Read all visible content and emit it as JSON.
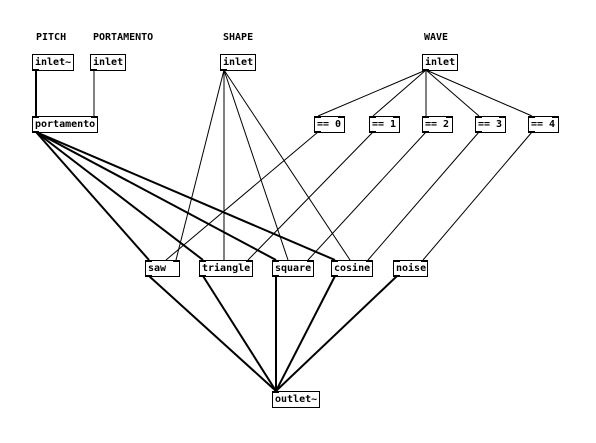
{
  "labels": {
    "pitch": "PITCH",
    "portamento": "PORTAMENTO",
    "shape": "SHAPE",
    "wave": "WAVE"
  },
  "objects": {
    "inlet_pitch": "inlet~",
    "inlet_portamento": "inlet",
    "inlet_shape": "inlet",
    "inlet_wave": "inlet",
    "portamento": "portamento",
    "eq0": "== 0",
    "eq1": "== 1",
    "eq2": "== 2",
    "eq3": "== 3",
    "eq4": "== 4",
    "saw": "saw",
    "triangle": "triangle",
    "square": "square",
    "cosine": "cosine",
    "noise": "noise",
    "outlet": "outlet~"
  },
  "colors": {
    "ink": "#000000",
    "background": "#ffffff"
  }
}
